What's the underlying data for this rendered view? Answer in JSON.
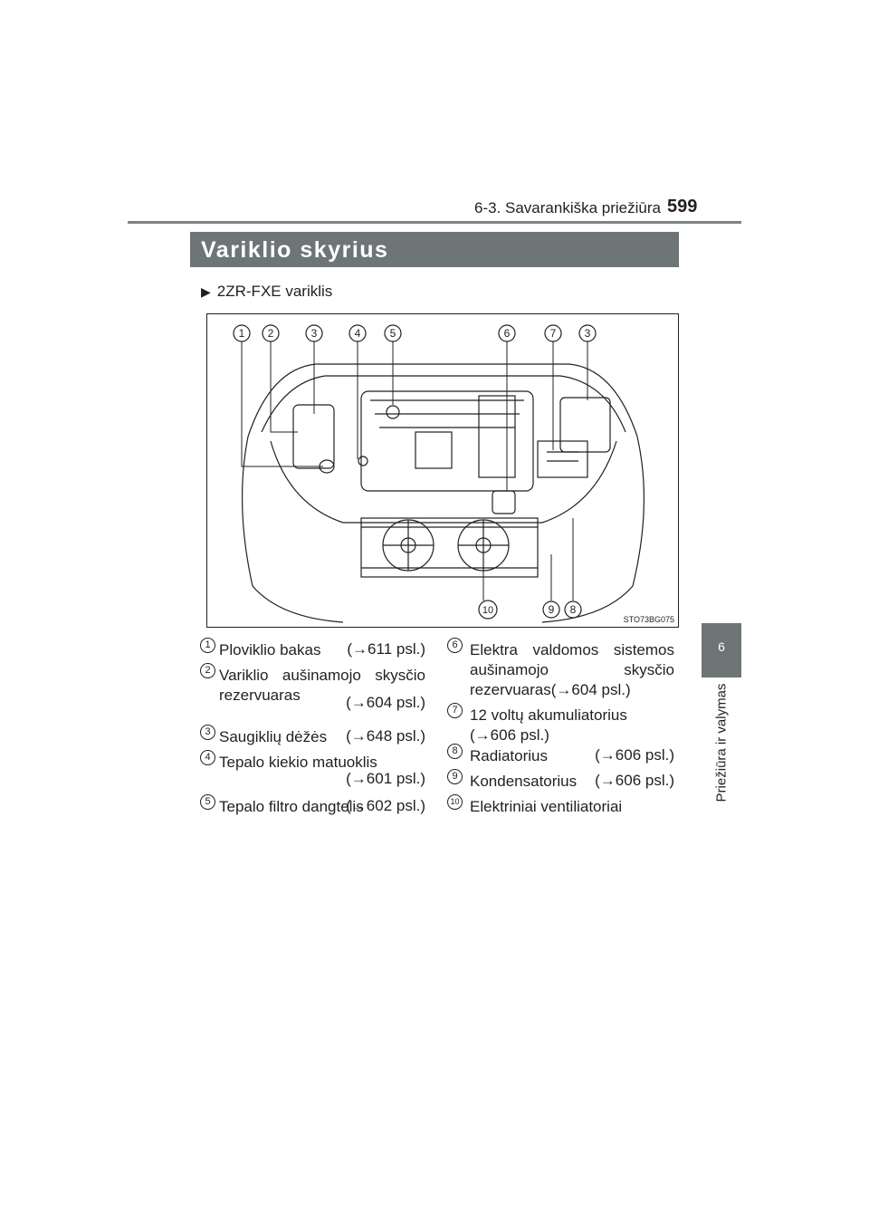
{
  "header": {
    "section": "6-3. Savarankiška priežiūra",
    "page_number": "599"
  },
  "side_tab": {
    "chapter": "6",
    "label": "Priežiūra ir valymas"
  },
  "title": "Variklio skyrius",
  "subtitle": "2ZR-FXE variklis",
  "figure": {
    "code": "STO73BG075",
    "callouts_top": [
      "1",
      "2",
      "3",
      "4",
      "5",
      "6",
      "7",
      "3"
    ],
    "callouts_bottom": [
      "10",
      "9",
      "8"
    ]
  },
  "items_left": [
    {
      "num": "1",
      "text": "Ploviklio bakas",
      "ref": "(→611 psl.)"
    },
    {
      "num": "2",
      "text": "Variklio aušinamojo skysčio rezervuaras",
      "ref": "(→604 psl.)"
    },
    {
      "num": "3",
      "text": "Saugiklių dėžės",
      "ref": "(→648 psl.)"
    },
    {
      "num": "4",
      "text": "Tepalo kiekio matuoklis",
      "ref": "(→601 psl.)"
    },
    {
      "num": "5",
      "text": "Tepalo filtro dangtelis",
      "ref": "(→602 psl.)"
    }
  ],
  "items_right": [
    {
      "num": "6",
      "text": "Elektra valdomos sistemos aušinamojo skysčio rezervuaras(→604 psl.)"
    },
    {
      "num": "7",
      "text": "12 voltų akumuliatorius (→606 psl.)"
    },
    {
      "num": "8",
      "text": "Radiatorius",
      "ref": "(→606 psl.)"
    },
    {
      "num": "9",
      "text": "Kondensatorius",
      "ref": "(→606 psl.)"
    },
    {
      "num": "10",
      "text": "Elektriniai ventiliatoriai"
    }
  ]
}
